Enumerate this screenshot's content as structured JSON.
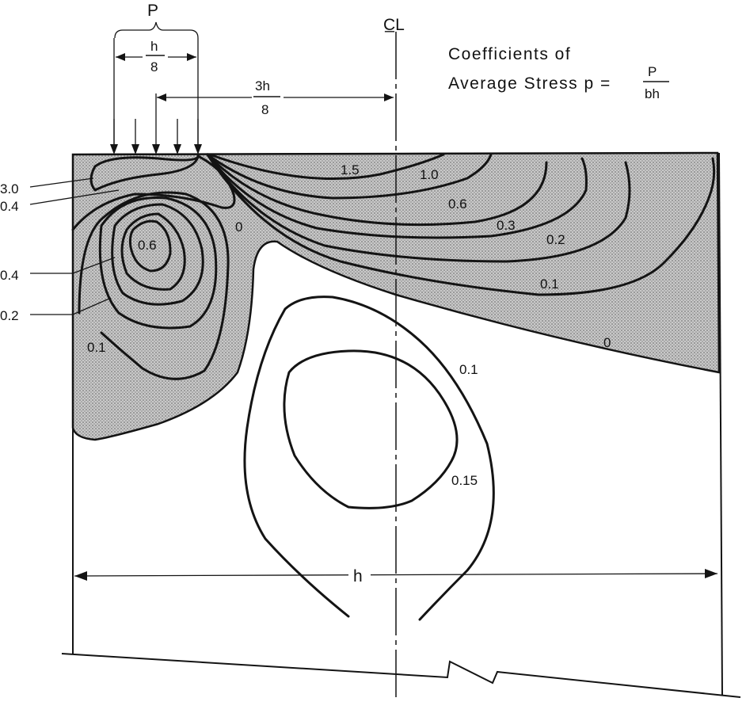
{
  "title": {
    "line1": "Coefficients  of",
    "line2_prefix": "Average  Stress  p =",
    "numerator": "P",
    "denominator": "bh"
  },
  "load": {
    "label": "P",
    "width_num": "h",
    "width_den": "8",
    "offset_num": "3h",
    "offset_den": "8"
  },
  "centerline_symbol": "C̲L",
  "beam_dimension": "h",
  "left_callouts": [
    "3.0",
    "0.4",
    "0.4",
    "0.2"
  ],
  "contour_labels": {
    "c1_5": "1.5",
    "c1_0": "1.0",
    "c0_6_top": "0.6",
    "c0_3": "0.3",
    "c0_2": "0.2",
    "c0_1_top": "0.1",
    "c0_right": "0",
    "c0_mid": "0",
    "c0_6_left": "0.6",
    "c0_1_left": "0.1",
    "c0_1_lower": "0.1",
    "c0_15": "0.15"
  },
  "colors": {
    "ink": "#141414",
    "shade": "#bdbdbd",
    "paper": "#ffffff"
  }
}
